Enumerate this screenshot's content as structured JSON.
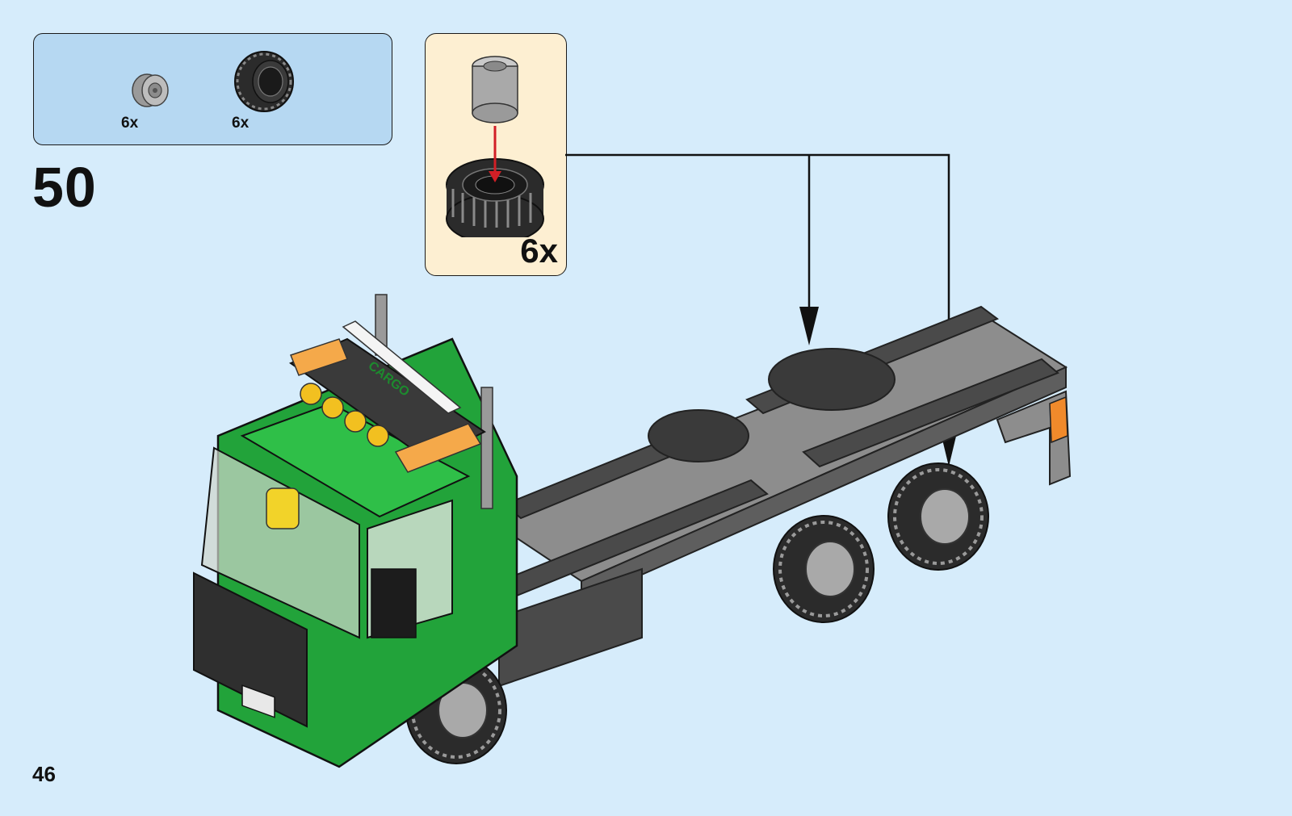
{
  "step": {
    "number": "50"
  },
  "parts_list": [
    {
      "name": "wheel-hub",
      "qty": "6x"
    },
    {
      "name": "tire",
      "qty": "6x"
    }
  ],
  "sub_assembly": {
    "qty": "6x"
  },
  "model": {
    "side_label": "CARGO"
  },
  "page": {
    "number": "46"
  },
  "colors": {
    "background": "#d6ecfb",
    "parts_box": "#b6d8f2",
    "sub_box": "#fdefd2",
    "cab_green": "#22a33a",
    "chassis_gray": "#5e5e5e",
    "arrow_red": "#d21f26"
  }
}
